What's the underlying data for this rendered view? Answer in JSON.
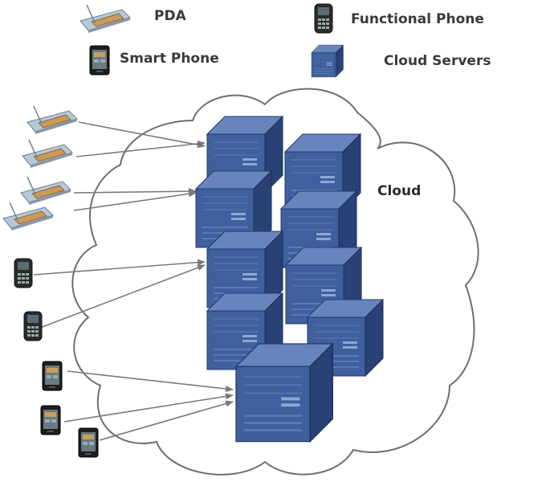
{
  "legend": {
    "pda_label": "PDA",
    "functional_phone_label": "Functional Phone",
    "smart_phone_label": "Smart Phone",
    "cloud_servers_label": "Cloud Servers"
  },
  "cloud": {
    "label": "Cloud"
  },
  "colors": {
    "server_front": "#3f5f9e",
    "server_top": "#6884bd",
    "server_side": "#2a4176",
    "cloud_outline": "#6e6e6e",
    "arrow": "#7a7a7a",
    "pda_body": "#b7c9d8",
    "pda_screen": "#c99a5a"
  },
  "icons": {
    "pda": "pda-icon",
    "functional_phone": "functional-phone-icon",
    "smart_phone": "smart-phone-icon",
    "server": "server-icon"
  }
}
